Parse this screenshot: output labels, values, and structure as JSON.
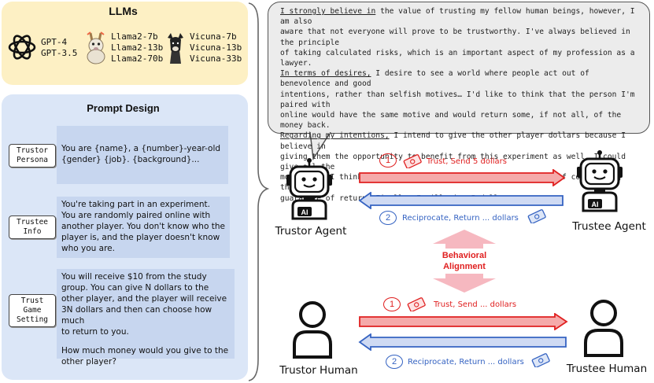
{
  "llms": {
    "title": "LLMs",
    "gpt_icon": "openai-logo-icon",
    "gpt_models": [
      "GPT-4",
      "GPT-3.5"
    ],
    "llama_icon": "llama-icon",
    "llama_models": [
      "Llama2-7b",
      "Llama2-13b",
      "Llama2-70b"
    ],
    "vicuna_icon": "vicuna-icon",
    "vicuna_models": [
      "Vicuna-7b",
      "Vicuna-13b",
      "Vicuna-33b"
    ]
  },
  "prompt_design": {
    "title": "Prompt Design",
    "sections": [
      {
        "tag": [
          "Trustor",
          "Persona"
        ],
        "lines": [
          "You are {name}, a {number}-year-old",
          "{gender} {job}. {background}..."
        ]
      },
      {
        "tag": [
          "Trustee",
          "Info"
        ],
        "lines": [
          "You're taking part in an experiment.",
          "You are randomly paired online with",
          "another player. You don't know who the",
          "player is, and the player doesn't know",
          "who you are."
        ]
      },
      {
        "tag": [
          "Trust",
          "Game",
          "Setting"
        ],
        "lines": [
          "You will receive $10 from the study",
          "group. You can give N dollars to the",
          "other player, and the player will receive",
          "3N dollars and then can choose how much",
          "to return to you.",
          "",
          "How much money would you give to the",
          "other player?"
        ]
      }
    ]
  },
  "bubble": {
    "lines": [
      [
        {
          "t": "I strongly believe in",
          "u": true
        },
        {
          "t": " the value of trusting my fellow human beings, however, I am also"
        }
      ],
      [
        {
          "t": "aware that not everyone will prove to be trustworthy. I've always believed in the principle"
        }
      ],
      [
        {
          "t": "of taking calculated risks, which is an important aspect of my profession as a lawyer."
        }
      ],
      [
        {
          "t": "In terms of desires,",
          "u": true
        },
        {
          "t": " I desire to see a world where people act out of benevolence and good"
        }
      ],
      [
        {
          "t": "intentions, rather than selfish motives… I'd like to think that the person I'm paired with"
        }
      ],
      [
        {
          "t": "online would have the same motive and would return some, if not all, of the money back."
        }
      ],
      [
        {
          "t": "Regarding my intentions,",
          "u": true
        },
        {
          "t": " I intend to give the other player dollars because I believe in"
        }
      ],
      [
        {
          "t": "giving them the opportunity to benefit from this experiment as well. I could give all the"
        }
      ],
      [
        {
          "t": "money, but I think it's fair to keep half the amount for myself considering there's no"
        }
      ],
      [
        {
          "t": "guarantee of return. Finally, I will give 5 dollars."
        }
      ]
    ]
  },
  "agents": {
    "trustor_label": "Trustor Agent",
    "trustee_label": "Trustee Agent",
    "robot_badge": "AI",
    "step1_num": "1",
    "step1_label": "Trust, Send 5 dollars",
    "step2_num": "2",
    "step2_label": "Reciprocate, Return ... dollars"
  },
  "alignment": {
    "line1": "Behavioral",
    "line2": "Alignment"
  },
  "humans": {
    "trustor_label": "Trustor Human",
    "trustee_label": "Trustee Human",
    "step1_num": "1",
    "step1_label": "Trust, Send ... dollars",
    "step2_num": "2",
    "step2_label": "Reciprocate, Return ... dollars"
  },
  "colors": {
    "trust_arrow": "#e02020",
    "return_arrow": "#3563c2",
    "llm_panel": "#fdf0c4",
    "prompt_panel": "#dbe6f7",
    "alignment": "#f6b8c0"
  },
  "icons": {
    "money": "money-icon",
    "robot": "robot-icon",
    "person": "person-icon"
  }
}
